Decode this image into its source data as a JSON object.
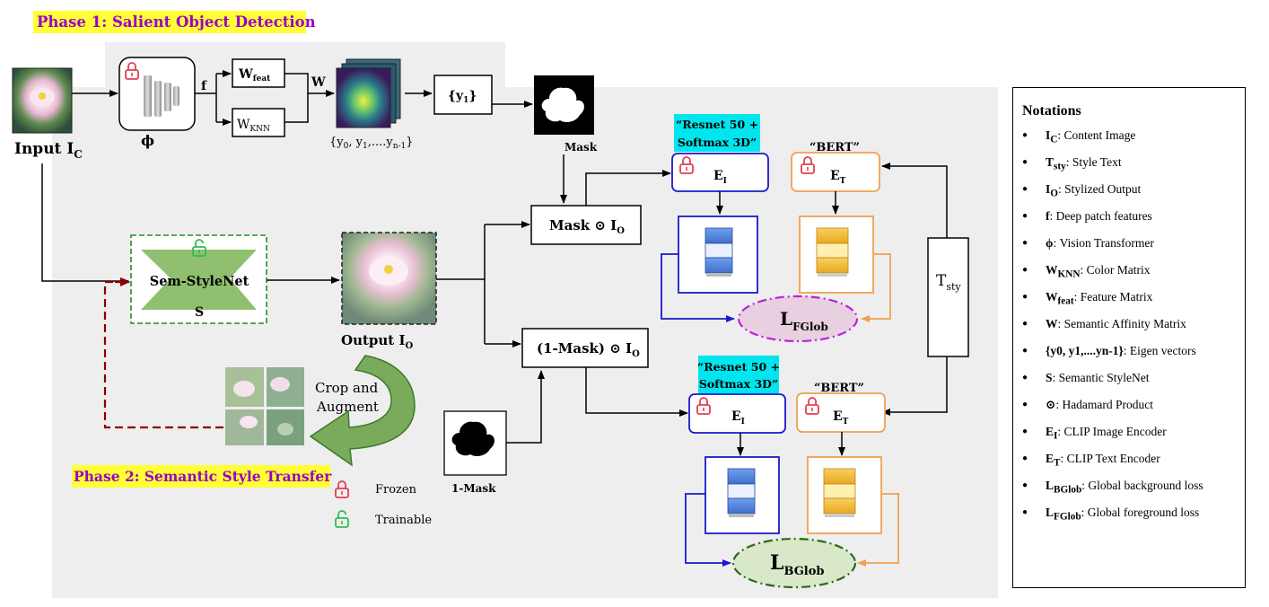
{
  "phase1": {
    "title": "Phase 1: Salient Object Detection"
  },
  "phase2": {
    "title": "Phase 2: Semantic Style Transfer"
  },
  "input_label": {
    "main": "Input I",
    "sub": "C"
  },
  "phi": "ϕ",
  "f": "f",
  "w_feat": {
    "main": "W",
    "sub": "feat"
  },
  "w_knn": {
    "main": "W",
    "sub": "KNN"
  },
  "w": "W",
  "eigen": {
    "p1": "{y",
    "s1": "0",
    "p2": ", y",
    "s2": "1",
    "p3": ",....y",
    "s3": "n-1",
    "p4": "}"
  },
  "y1": {
    "main": "{y",
    "sub": "1",
    "close": "}"
  },
  "mask_label": "Mask",
  "one_mask_label": "1-Mask",
  "stylenet": {
    "name": "Sem-StyleNet",
    "letter": "S"
  },
  "output_label": {
    "main": "Output I",
    "sub": "O"
  },
  "crop_label": {
    "line1": "Crop and",
    "line2": "Augment"
  },
  "mask_io": {
    "main": "Mask ⊙ I",
    "sub": "O"
  },
  "inv_mask_io": {
    "main": "(1-Mask) ⊙ I",
    "sub": "O"
  },
  "resnet_label": {
    "line1": "“Resnet 50 +",
    "line2": "Softmax 3D”"
  },
  "bert_label": "“BERT”",
  "e_i": {
    "main": "E",
    "sub": "I"
  },
  "e_t": {
    "main": "E",
    "sub": "T"
  },
  "t_sty": {
    "main": "T",
    "sub": "sty"
  },
  "l_fglob": {
    "main": "L",
    "sub": "FGlob"
  },
  "l_bglob": {
    "main": "L",
    "sub": "BGlob"
  },
  "legend": {
    "frozen": "Frozen",
    "trainable": "Trainable"
  },
  "notations": {
    "title": "Notations",
    "items": [
      {
        "sym": "I",
        "sub": "C",
        "desc": ": Content Image"
      },
      {
        "sym": "T",
        "sub": "sty",
        "desc": ": Style Text"
      },
      {
        "sym": "I",
        "sub": "O",
        "desc": ": Stylized Output"
      },
      {
        "sym": "f",
        "sub": "",
        "desc": ": Deep patch features"
      },
      {
        "sym": "ϕ",
        "sub": "",
        "desc": ": Vision Transformer"
      },
      {
        "sym": "W",
        "sub": "KNN",
        "desc": ": Color Matrix"
      },
      {
        "sym": "W",
        "sub": "feat",
        "desc": ": Feature Matrix"
      },
      {
        "sym": "W",
        "sub": "",
        "desc": ": Semantic Affinity Matrix"
      },
      {
        "sym": "{y0, y1,....yn-1}",
        "sub": "",
        "desc": ": Eigen vectors"
      },
      {
        "sym": "S",
        "sub": "",
        "desc": ": Semantic StyleNet"
      },
      {
        "sym": "⊙",
        "sub": "",
        "desc": ": Hadamard Product"
      },
      {
        "sym": "E",
        "sub": "I",
        "desc": ": CLIP Image Encoder"
      },
      {
        "sym": "E",
        "sub": "T",
        "desc": ": CLIP Text Encoder"
      },
      {
        "sym": "L",
        "sub": "BGlob",
        "desc": ": Global background loss"
      },
      {
        "sym": "L",
        "sub": "FGlob",
        "desc": ": Global foreground loss"
      }
    ]
  },
  "colors": {
    "phase_title_bg": "#ffff33",
    "phase_title_fg": "#9900cc",
    "encoder_image": "#1a1acc",
    "encoder_text": "#f0a050",
    "lock_frozen": "#e04050",
    "lock_trainable": "#33bb55",
    "stylenet_fill": "#8fbf6f",
    "loss_fg_fill": "#e8d0e0",
    "loss_bg_fill": "#d8e8c8",
    "dashed_red": "#8b0000",
    "cyan_label": "#00e5ee"
  }
}
